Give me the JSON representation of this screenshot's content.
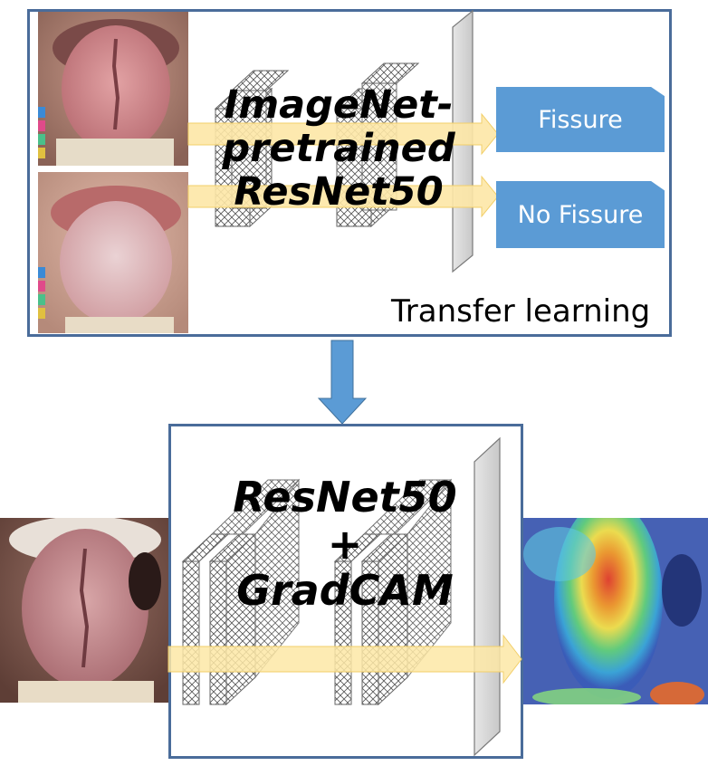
{
  "top_panel": {
    "title": "ImageNet-\npretrained\nResNet50",
    "outputs": [
      "Fissure",
      "No Fissure"
    ],
    "caption": "Transfer learning"
  },
  "bottom_panel": {
    "title": "ResNet50\n+\nGradCAM"
  },
  "icons": {
    "down_arrow": "down-arrow-icon",
    "flow_arrow": "right-arrow-icon"
  },
  "colors": {
    "frame": "#4a6c9a",
    "arrow_fill": "#fde7a6",
    "output_box": "#5b9bd5",
    "down_arrow": "#5b9bd5",
    "layer_plate": "#d9d9d9"
  }
}
